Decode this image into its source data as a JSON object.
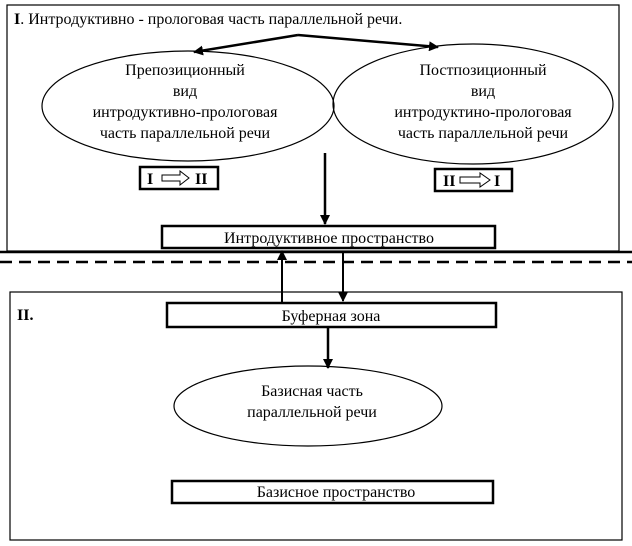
{
  "section_one": {
    "number": "I",
    "title": ". Интродуктивно - прологовая часть параллельной речи."
  },
  "left_ellipse": {
    "line1": "Препозиционный",
    "line2": "вид",
    "line3": "интродуктивно-прологовая",
    "line4": "часть параллельной речи"
  },
  "right_ellipse": {
    "line1": "Постпозиционный",
    "line2": "вид",
    "line3": "интродуктино-прологовая",
    "line4": "часть параллельной речи"
  },
  "left_badge": {
    "from": "I",
    "to": "II"
  },
  "right_badge": {
    "from": "II",
    "to": "I"
  },
  "intro_space": "Интродуктивное пространство",
  "section_two": {
    "number": "II."
  },
  "buffer_zone": "Буферная зона",
  "basic_ellipse": {
    "line1": "Базисная часть",
    "line2": "параллельной речи"
  },
  "basic_space": "Базисное пространство"
}
